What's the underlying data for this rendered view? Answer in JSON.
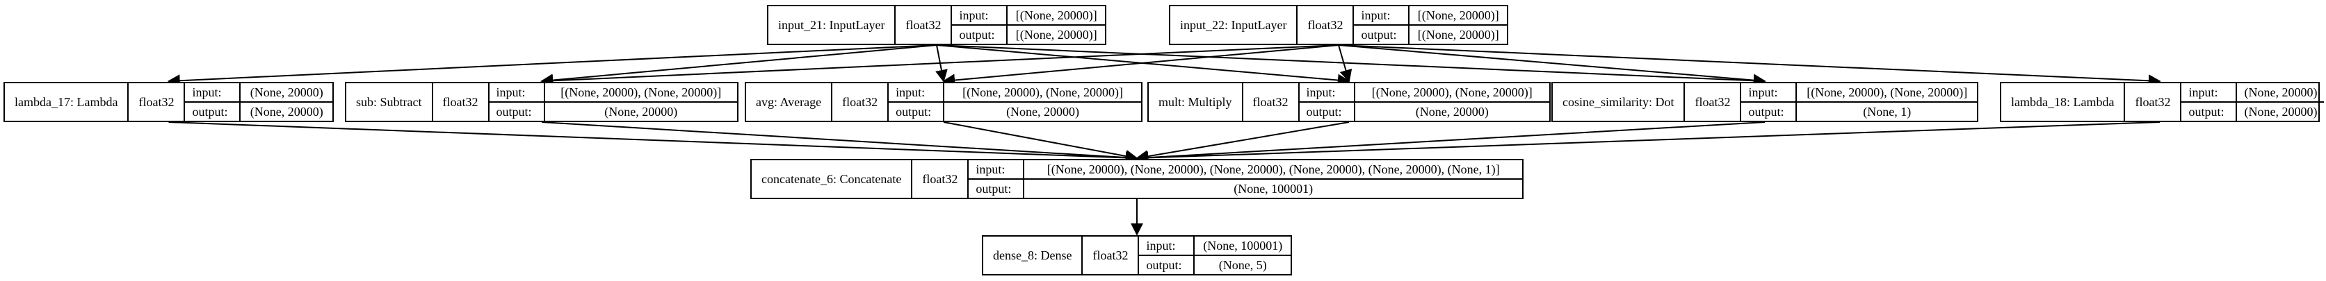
{
  "labels": {
    "input": "input:",
    "output": "output:"
  },
  "nodes": {
    "input21": {
      "name": "input_21: InputLayer",
      "dtype": "float32",
      "input": "[(None, 20000)]",
      "output": "[(None, 20000)]"
    },
    "input22": {
      "name": "input_22: InputLayer",
      "dtype": "float32",
      "input": "[(None, 20000)]",
      "output": "[(None, 20000)]"
    },
    "lambda17": {
      "name": "lambda_17: Lambda",
      "dtype": "float32",
      "input": "(None, 20000)",
      "output": "(None, 20000)"
    },
    "sub": {
      "name": "sub: Subtract",
      "dtype": "float32",
      "input": "[(None, 20000), (None, 20000)]",
      "output": "(None, 20000)"
    },
    "avg": {
      "name": "avg: Average",
      "dtype": "float32",
      "input": "[(None, 20000), (None, 20000)]",
      "output": "(None, 20000)"
    },
    "mult": {
      "name": "mult: Multiply",
      "dtype": "float32",
      "input": "[(None, 20000), (None, 20000)]",
      "output": "(None, 20000)"
    },
    "cosine": {
      "name": "cosine_similarity: Dot",
      "dtype": "float32",
      "input": "[(None, 20000), (None, 20000)]",
      "output": "(None, 1)"
    },
    "lambda18": {
      "name": "lambda_18: Lambda",
      "dtype": "float32",
      "input": "(None, 20000)",
      "output": "(None, 20000)"
    },
    "concat": {
      "name": "concatenate_6: Concatenate",
      "dtype": "float32",
      "input": "[(None, 20000), (None, 20000), (None, 20000), (None, 20000), (None, 20000), (None, 1)]",
      "output": "(None, 100001)"
    },
    "dense": {
      "name": "dense_8: Dense",
      "dtype": "float32",
      "input": "(None, 100001)",
      "output": "(None, 5)"
    }
  },
  "edges": [
    [
      "input21",
      "lambda17"
    ],
    [
      "input21",
      "sub"
    ],
    [
      "input21",
      "avg"
    ],
    [
      "input21",
      "mult"
    ],
    [
      "input21",
      "cosine"
    ],
    [
      "input22",
      "sub"
    ],
    [
      "input22",
      "avg"
    ],
    [
      "input22",
      "mult"
    ],
    [
      "input22",
      "cosine"
    ],
    [
      "input22",
      "lambda18"
    ],
    [
      "lambda17",
      "concat"
    ],
    [
      "sub",
      "concat"
    ],
    [
      "avg",
      "concat"
    ],
    [
      "mult",
      "concat"
    ],
    [
      "cosine",
      "concat"
    ],
    [
      "lambda18",
      "concat"
    ],
    [
      "concat",
      "dense"
    ]
  ]
}
